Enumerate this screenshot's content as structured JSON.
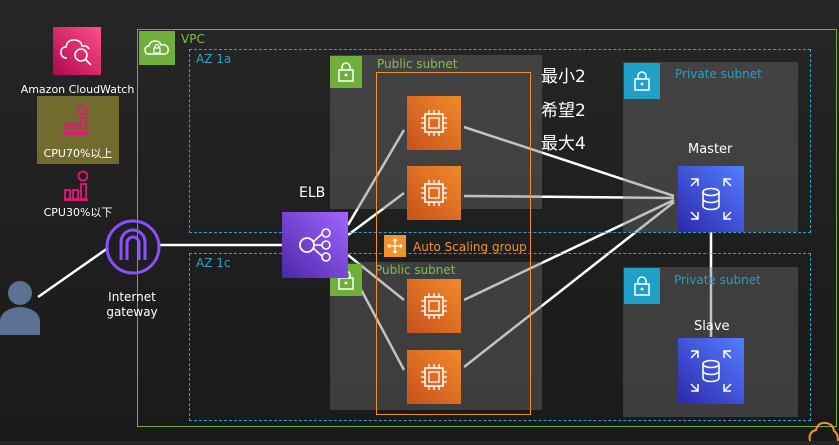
{
  "cloudwatch": {
    "label": "Amazon CloudWatch",
    "icon": "cloudwatch-icon"
  },
  "alarms": [
    {
      "label": "CPU70%以上",
      "icon": "bar-chart-alarm-icon"
    },
    {
      "label": "CPU30%以下",
      "icon": "bar-chart-alarm-icon"
    }
  ],
  "vpc": {
    "label": "VPC"
  },
  "az": [
    {
      "label": "AZ 1a"
    },
    {
      "label": "AZ 1c"
    }
  ],
  "public_subnet_label": "Public subnet",
  "private_subnet_label": "Private subnet",
  "asg": {
    "label": "Auto Scaling group"
  },
  "capacity": {
    "min": "最小2",
    "desired": "希望2",
    "max": "最大4"
  },
  "elb": {
    "label": "ELB"
  },
  "igw": {
    "label_line1": "Internet",
    "label_line2": "gateway"
  },
  "db": {
    "master": "Master",
    "slave": "Slave"
  },
  "colors": {
    "green": "#6fb03a",
    "teal": "#2aa4c7",
    "orange": "#f0932b",
    "purple": "#8c4fff",
    "blue": "#3b48cc",
    "pink": "#e7157b"
  }
}
